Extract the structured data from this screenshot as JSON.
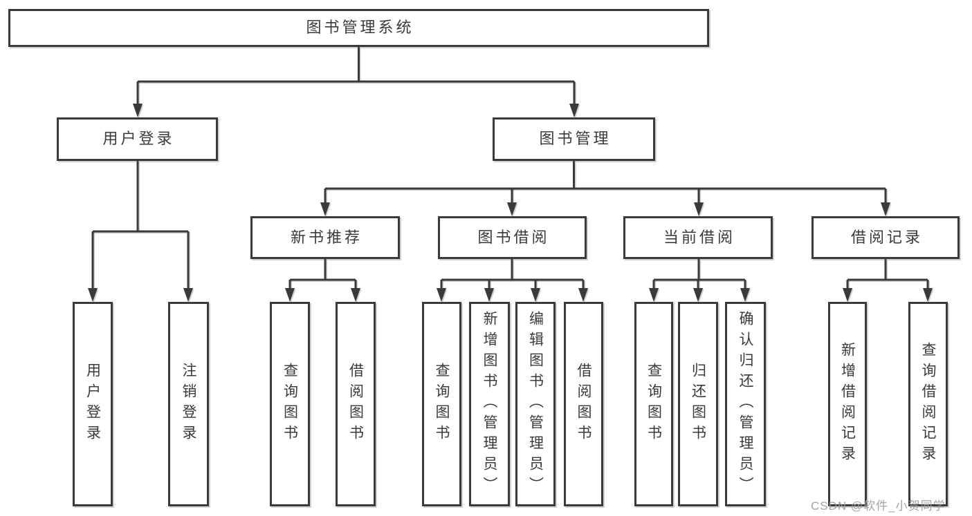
{
  "colors": {
    "line": "#3a3a3a",
    "box_border": "#3a3a3a",
    "text": "#3a3a3a",
    "background": "#ffffff",
    "watermark": "#9b9b9b"
  },
  "watermark": {
    "text": "CSDN @软件_小贺同学"
  },
  "tree": {
    "label": "图书管理系统",
    "children": [
      {
        "label": "用户登录",
        "children": [
          {
            "label": "用户登录"
          },
          {
            "label": "注销登录"
          }
        ]
      },
      {
        "label": "图书管理",
        "children": [
          {
            "label": "新书推荐",
            "children": [
              {
                "label": "查询图书"
              },
              {
                "label": "借阅图书"
              }
            ]
          },
          {
            "label": "图书借阅",
            "children": [
              {
                "label": "查询图书"
              },
              {
                "label": "新增图书（管理员）"
              },
              {
                "label": "编辑图书（管理员）"
              },
              {
                "label": "借阅图书"
              }
            ]
          },
          {
            "label": "当前借阅",
            "children": [
              {
                "label": "查询图书"
              },
              {
                "label": "归还图书"
              },
              {
                "label": "确认归还（管理员）"
              }
            ]
          },
          {
            "label": "借阅记录",
            "children": [
              {
                "label": "新增借阅记录"
              },
              {
                "label": "查询借阅记录"
              }
            ]
          }
        ]
      }
    ]
  }
}
